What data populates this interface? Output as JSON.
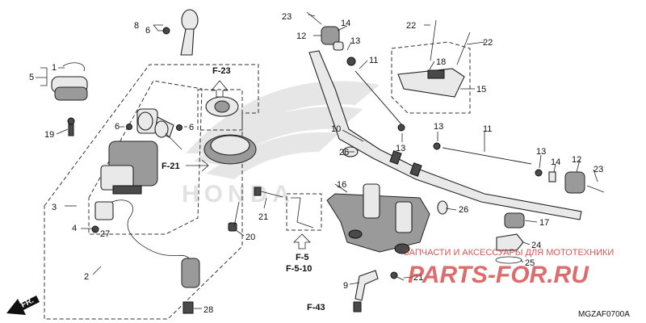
{
  "diagram_code": "MGZAF0700A",
  "direction_label": "FR.",
  "watermark": {
    "caption": "ЗАПЧАСТИ И АКСЕССУАРЫ ДЛЯ МОТОТЕХНИКИ",
    "brand": "PARTS-FOR.RU",
    "background_logo": "HONDA"
  },
  "ref_labels": {
    "f23": "F-23",
    "f21": "F-21",
    "f5": "F-5",
    "f510": "F-5-10",
    "f43": "F-43"
  },
  "callouts": {
    "c1": "1",
    "c2": "2",
    "c3": "3",
    "c4": "4",
    "c5": "5",
    "c6a": "6",
    "c6b": "6",
    "c6c": "6",
    "c8": "8",
    "c9": "9",
    "c10": "10",
    "c11a": "11",
    "c11b": "11",
    "c12a": "12",
    "c12b": "12",
    "c13a": "13",
    "c13b": "13",
    "c13c": "13",
    "c13d": "13",
    "c14a": "14",
    "c14b": "14",
    "c15": "15",
    "c16": "16",
    "c17": "17",
    "c18": "18",
    "c19": "19",
    "c20": "20",
    "c21a": "21",
    "c21b": "21",
    "c22a": "22",
    "c22b": "22",
    "c23a": "23",
    "c23b": "23",
    "c24": "24",
    "c25": "25",
    "c26a": "26",
    "c26b": "26",
    "c27": "27",
    "c28": "28"
  }
}
